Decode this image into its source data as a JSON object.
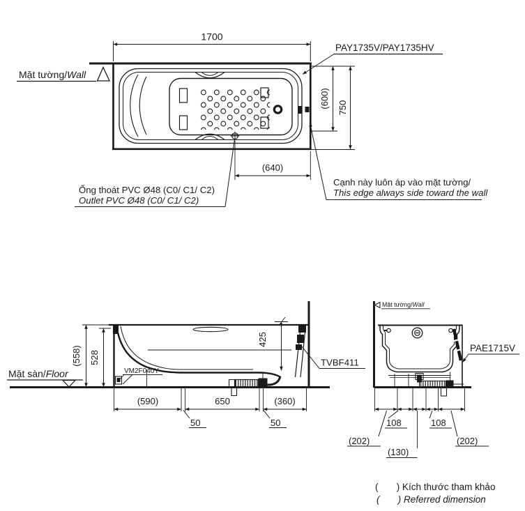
{
  "colors": {
    "ink": "#1a1a1a",
    "bg": "#ffffff"
  },
  "plan": {
    "dim_length": "1700",
    "model": "PAY1735V/PAY1735HV",
    "dim_inner": "(600)",
    "dim_width": "750",
    "dim_drain": "(640)",
    "wall": {
      "vi": "Mặt tường/",
      "en": "Wall"
    },
    "outlet": {
      "vi": "Ống thoát PVC Ø48 (C0/ C1/ C2)",
      "en": "Outlet PVC Ø48 (C0/ C1/ C2)"
    },
    "edge": {
      "vi": "Cạnh này luôn áp vào mặt tường/",
      "en": "This edge always side toward the wall"
    }
  },
  "side": {
    "dim_h_total": "(558)",
    "dim_h_rim": "528",
    "dim_h_drain": "425",
    "dim_seg_left": "(590)",
    "dim_seg_mid": "650",
    "dim_seg_right": "(360)",
    "dim_gap_left": "50",
    "dim_gap_right": "50",
    "floor": {
      "vi": "Mặt sàn/",
      "en": "Floor"
    },
    "valve": "VM2F040Y",
    "waste": "TVBF411"
  },
  "end": {
    "wall": {
      "vi": "Mặt tường/",
      "en": "Wall"
    },
    "apron": "PAE1715V",
    "dim_202_left": "(202)",
    "dim_108_left": "108",
    "dim_130": "(130)",
    "dim_108_right": "108",
    "dim_202_right": "(202)"
  },
  "legend": {
    "vi": "(       ) Kích thước tham khảo",
    "en": "(       ) Referred dimension"
  }
}
